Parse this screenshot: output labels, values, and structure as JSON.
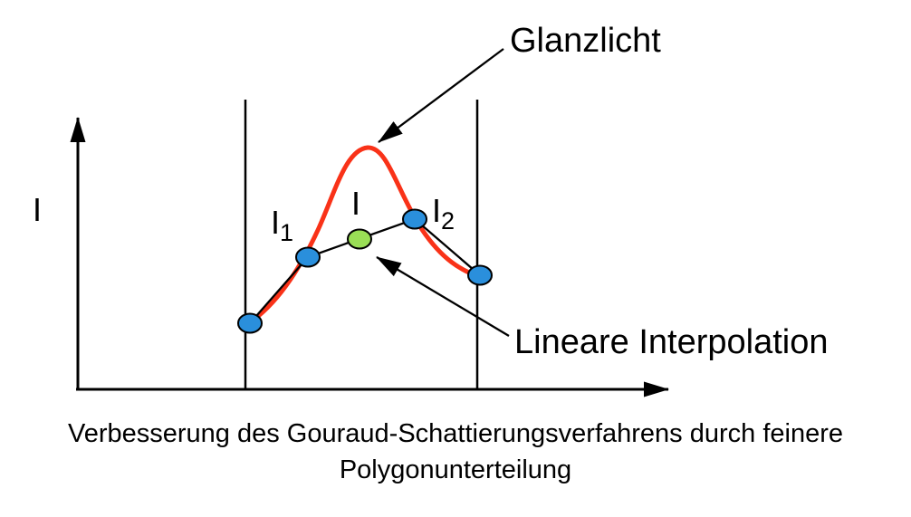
{
  "figure": {
    "y_axis_label": "I",
    "point_labels": {
      "i1_main": "I",
      "i1_sub": "1",
      "i_mid": "I",
      "i2_main": "I",
      "i2_sub": "2"
    },
    "annotations": {
      "glanzlicht": "Glanzlicht",
      "lineare_interpolation": "Lineare Interpolation"
    },
    "caption_line1": "Verbesserung des Gouraud-Schattierungsverfahrens durch feinere",
    "caption_line2": "Polygonunterteilung"
  },
  "colors": {
    "curve": "#f93218",
    "point_blue": "#2a8fdc",
    "point_green": "#9ade56",
    "ink": "#000000",
    "background": "#ffffff"
  }
}
